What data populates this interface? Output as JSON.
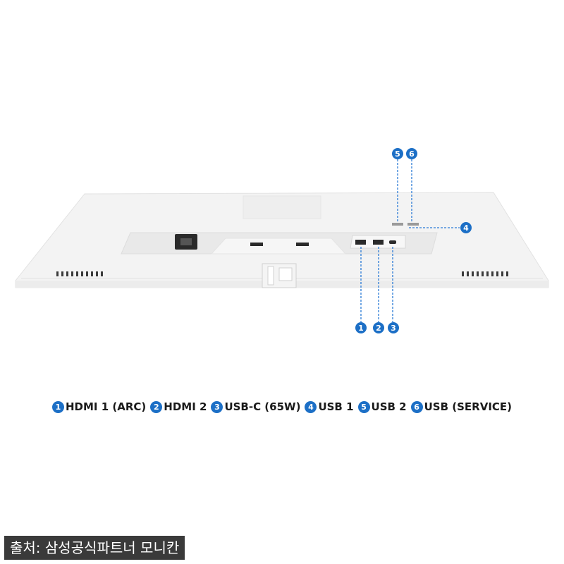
{
  "ports": [
    {
      "number": "1",
      "label": "HDMI 1 (ARC)"
    },
    {
      "number": "2",
      "label": "HDMI 2"
    },
    {
      "number": "3",
      "label": "USB-C (65W)"
    },
    {
      "number": "4",
      "label": "USB 1"
    },
    {
      "number": "5",
      "label": "USB 2"
    },
    {
      "number": "6",
      "label": "USB (SERVICE)"
    }
  ],
  "credit": "출처: 삼성공식파트너 모니칸",
  "colors": {
    "badge": "#1c6fc6",
    "monitor": "#f2f2f2"
  }
}
